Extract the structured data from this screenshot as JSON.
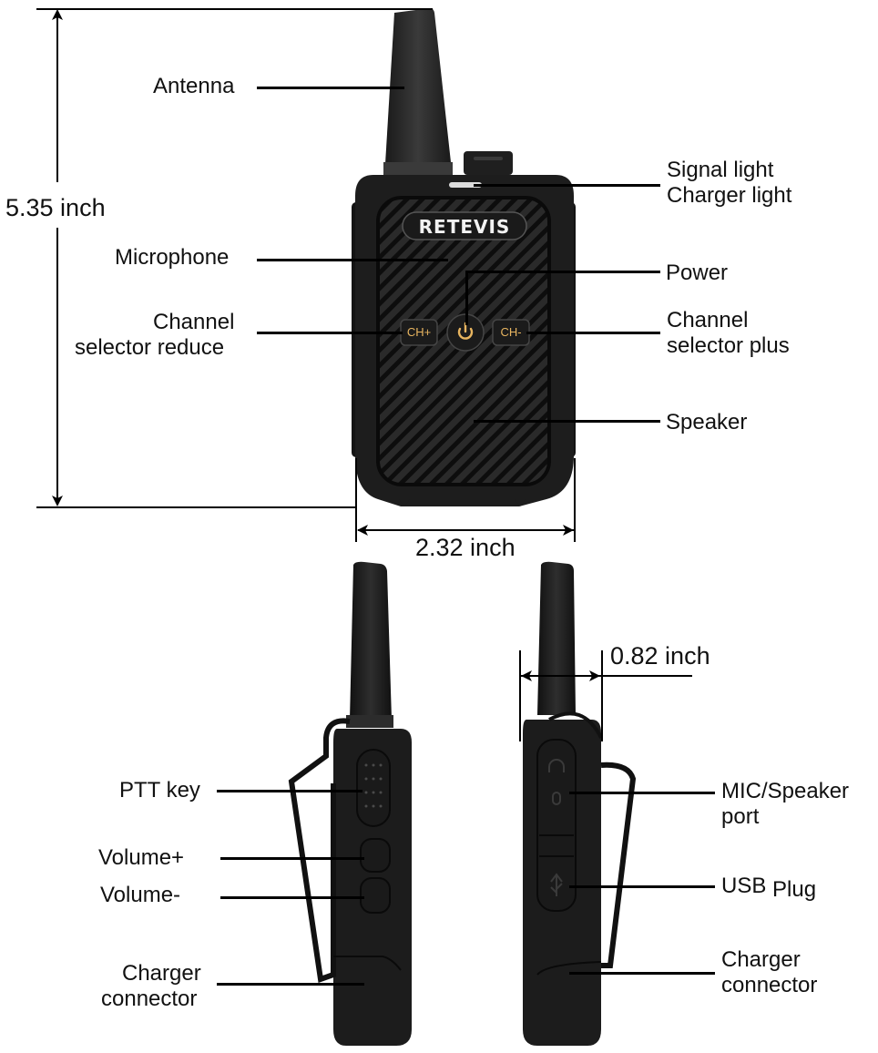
{
  "product": {
    "brand_logo": "RETEVIS",
    "front_buttons": {
      "ch_left": "CH+",
      "ch_right": "CH-",
      "power_icon": "power-icon"
    }
  },
  "dimensions": {
    "height": "5.35 inch",
    "width": "2.32 inch",
    "depth": "0.82 inch"
  },
  "front_labels": {
    "antenna": "Antenna",
    "signal_light_1": "Signal light",
    "signal_light_2": "Charger light",
    "microphone": "Microphone",
    "power": "Power",
    "ch_reduce_1": "Channel",
    "ch_reduce_2": "selector reduce",
    "ch_plus_1": "Channel",
    "ch_plus_2": "selector plus",
    "speaker": "Speaker"
  },
  "left_side_labels": {
    "ptt": "PTT key",
    "vol_up": "Volume+",
    "vol_down": "Volume-",
    "charger_1": "Charger",
    "charger_2": "connector"
  },
  "right_side_labels": {
    "mic_speaker_1": "MIC/Speaker",
    "mic_speaker_2": "port",
    "usb_a": "USB",
    "usb_b": "Plug",
    "charger_1": "Charger",
    "charger_2": "connector"
  },
  "colors": {
    "body": "#1c1c1c",
    "button_text": "#e8b560",
    "line": "#000000",
    "background": "#ffffff"
  }
}
